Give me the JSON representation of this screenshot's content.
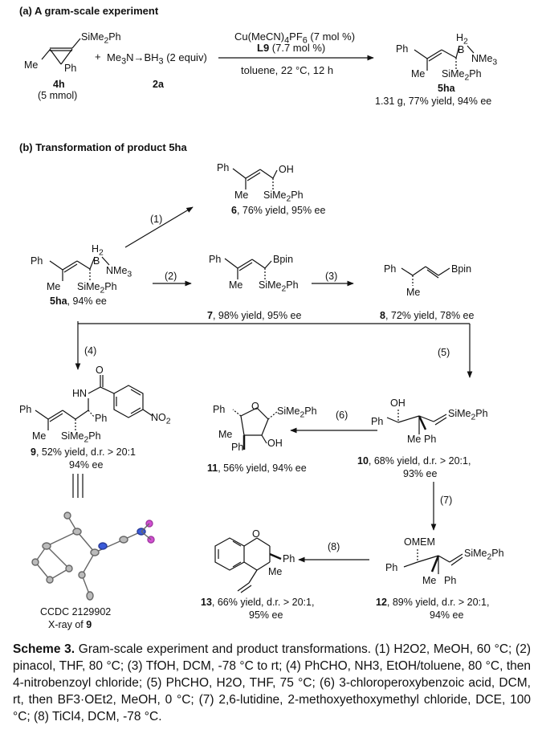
{
  "section_a": {
    "title": "(a) A gram-scale experiment",
    "reactant1": {
      "label": "4h",
      "amount": "(5 mmol)",
      "substituents": [
        "SiMe2Ph",
        "Me",
        "Ph"
      ]
    },
    "plus": "+",
    "reactant2": {
      "formula": "Me3N→BH3 (2 equiv)",
      "label": "2a"
    },
    "conditions_top": [
      "Cu(MeCN)4PF6 (7 mol %)",
      "L9 (7.7 mol %)"
    ],
    "conditions_bottom": "toluene, 22 °C, 12 h",
    "product": {
      "label": "5ha",
      "result": "1.31 g, 77% yield, 94% ee"
    }
  },
  "section_b": {
    "title": "(b) Transformation of product 5ha",
    "start": {
      "label": "5ha",
      "result": ", 94% ee"
    },
    "steps": [
      "(1)",
      "(2)",
      "(3)",
      "(4)",
      "(5)",
      "(6)",
      "(7)",
      "(8)"
    ],
    "p6": {
      "label": "6",
      "result": ", 76% yield, 95% ee"
    },
    "p7": {
      "label": "7",
      "result": ", 98% yield, 95% ee"
    },
    "p8": {
      "label": "8",
      "result": ", 72% yield, 78% ee"
    },
    "p9": {
      "label": "9",
      "result": ", 52% yield, d.r. > 20:1",
      "result2": "94% ee"
    },
    "p10": {
      "label": "10",
      "result": ", 68% yield, d.r. > 20:1,",
      "result2": "93% ee"
    },
    "p11": {
      "label": "11",
      "result": ", 56% yield, 94% ee"
    },
    "p12": {
      "label": "12",
      "result": ", 89% yield, d.r. > 20:1,",
      "result2": "94% ee"
    },
    "p13": {
      "label": "13",
      "result": ", 66% yield, d.r. > 20:1,",
      "result2": "95% ee"
    },
    "xray": {
      "ccdc": "CCDC 2129902",
      "text": "X-ray of ",
      "label": "9"
    }
  },
  "caption": {
    "lead": "Scheme 3.",
    "text": " Gram-scale experiment and product transformations. (1) H2O2, MeOH, 60 °C; (2) pinacol, THF, 80 °C; (3) TfOH, DCM, -78 °C to rt; (4) PhCHO, NH3, EtOH/toluene, 80 °C, then 4-nitrobenzoyl chloride; (5) PhCHO, H2O, THF, 75 °C; (6) 3-chloroperoxybenzoic acid, DCM, rt, then BF3·OEt2, MeOH, 0 °C; (7) 2,6-lutidine, 2-methoxyethoxymethyl chloride, DCE, 100 °C; (8) TiCl4, DCM, -78 °C."
  }
}
